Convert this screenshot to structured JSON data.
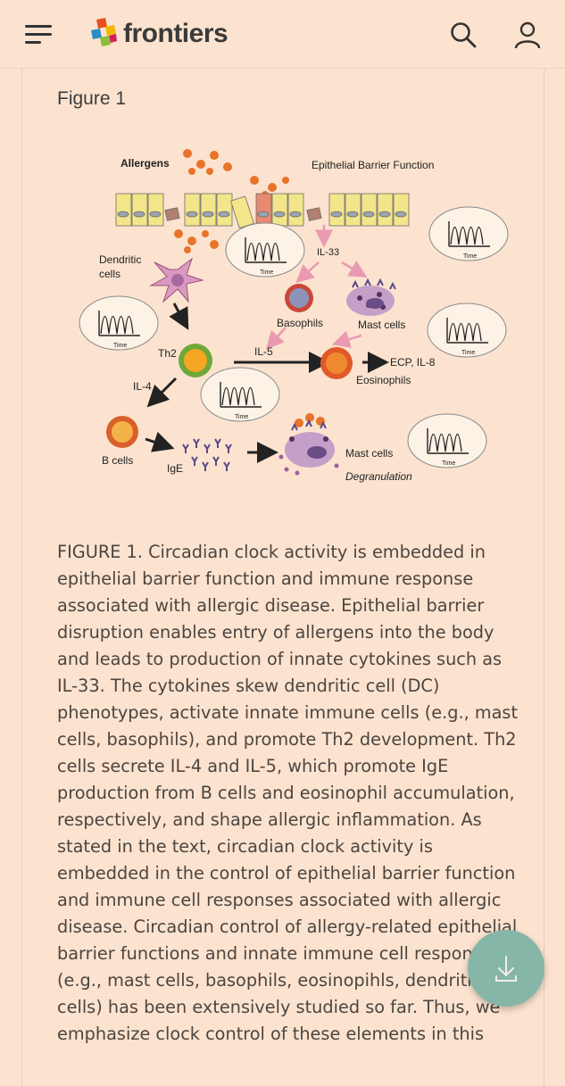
{
  "header": {
    "brand": "frontiers",
    "icons": [
      "menu-icon",
      "frontiers-logo-icon",
      "search-icon",
      "user-icon"
    ]
  },
  "figure": {
    "label": "Figure 1",
    "labels": {
      "allergens": "Allergens",
      "epithelial": "Epithelial Barrier Function",
      "dendritic": "Dendritic",
      "cells": "cells",
      "il33": "IL-33",
      "basophils": "Basophils",
      "mast_cells": "Mast cells",
      "th2": "Th2",
      "il5": "IL-5",
      "ecp": "ECP, IL-8",
      "eosinophils": "Eosinophils",
      "il4": "IL-4",
      "b_cells": "B cells",
      "ige": "IgE",
      "mast_cells_2": "Mast cells",
      "degranulation": "Degranulation",
      "time": "Time"
    }
  },
  "caption": "FIGURE 1. Circadian clock activity is embedded in epithelial barrier function and immune response associated with allergic disease. Epithelial barrier disruption enables entry of allergens into the body and leads to production of innate cytokines such as IL-33. The cytokines skew dendritic cell (DC) phenotypes, activate innate immune cells (e.g., mast cells, basophils), and promote Th2 development. Th2 cells secrete IL-4 and IL-5, which promote IgE production from B cells and eosinophil accumulation, respectively, and shape allergic inflammation. As stated in the text, circadian clock activity is embedded in the control of epithelial barrier function and immune cell responses associated with allergic disease. Circadian control of allergy-related epithelial barrier functions and innate immune cell respon (e.g., mast cells, basophils, eosinopihls, dendritic cells) has been extensively studied so far. Thus, we emphasize clock control of these elements in this",
  "fab": {
    "icon": "download-icon"
  },
  "colors": {
    "background": "#fbe3cf",
    "fab": "#86b6a8",
    "epithelium": "#f3e58a",
    "allergen": "#e8732a",
    "arrow_pink": "#e99ab0"
  }
}
